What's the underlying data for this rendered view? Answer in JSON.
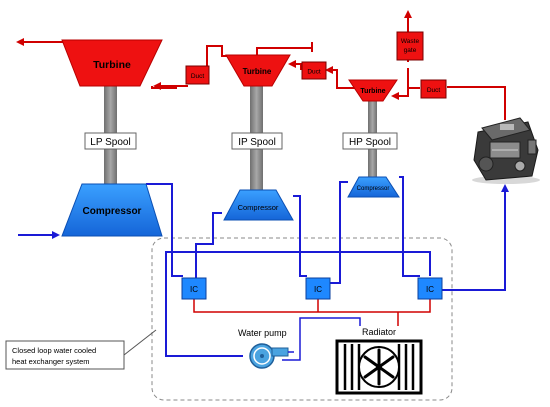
{
  "turbines": {
    "lp": "Turbine",
    "ip": "Turbine",
    "hp": "Turbine"
  },
  "ducts": {
    "lp": "Duct",
    "ip": "Duct",
    "hp": "Duct"
  },
  "wastegate": {
    "line1": "Waste",
    "line2": "gate"
  },
  "spools": {
    "lp": "LP Spool",
    "ip": "IP Spool",
    "hp": "HP Spool"
  },
  "compressors": {
    "lp": "Compressor",
    "ip": "Compressor",
    "hp": "Compressor"
  },
  "intercoolers": {
    "lp": "IC",
    "ip": "IC",
    "hp": "IC"
  },
  "cooling": {
    "water_pump": "Water pump",
    "radiator": "Radiator",
    "callout_line1": "Closed loop water cooled",
    "callout_line2": "heat exchanger system"
  },
  "colors": {
    "exhaust": "#d00000",
    "turbine_fill": "#ee1111",
    "air": "#1a1ad6",
    "compressor_fill": "#1e88ff",
    "shaft": "#8c8c8c"
  }
}
